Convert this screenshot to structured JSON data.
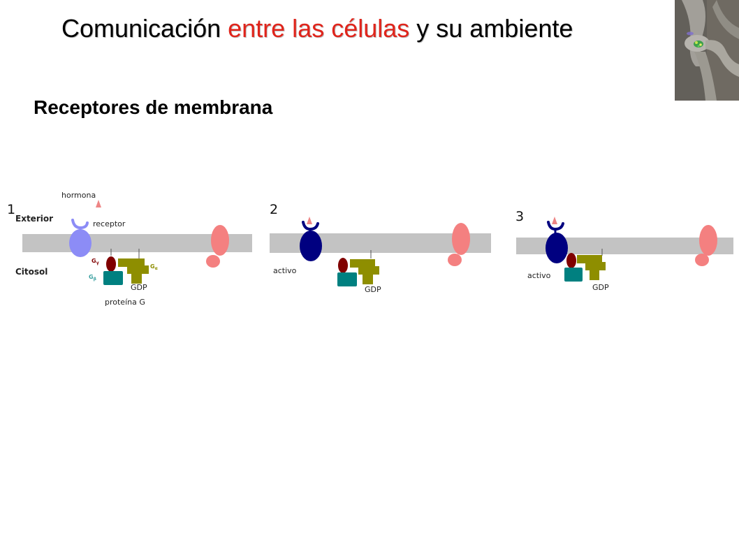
{
  "header": {
    "title_part1": "Comunicación ",
    "title_part2": "entre las células",
    "title_part3": " y su ambiente",
    "subtitle": "Receptores de membrana"
  },
  "colors": {
    "title_highlight": "#e0241b",
    "membrane": "#c3c3c3",
    "receptor_inactive": "#8c8cf6",
    "receptor_active": "#000080",
    "g_alpha": "#8e8e00",
    "g_gamma": "#800000",
    "g_beta": "#008080",
    "channel": "#f48080",
    "hormone": "#ee8585"
  },
  "photo": {
    "icon": "neuron-synapse-image"
  },
  "diagram": {
    "panels": [
      {
        "number": "1",
        "labels": {
          "hormone": "hormona",
          "exterior": "Exterior",
          "receptor": "receptor",
          "cytosol": "Citosol",
          "g_gamma": "G",
          "g_gamma_sub": "γ",
          "g_beta": "G",
          "g_beta_sub": "β",
          "g_alpha": "G",
          "g_alpha_sub": "α",
          "gdp": "GDP",
          "g_protein": "proteína G"
        }
      },
      {
        "number": "2",
        "labels": {
          "active": "activo",
          "gdp": "GDP"
        }
      },
      {
        "number": "3",
        "labels": {
          "active": "activo",
          "gdp": "GDP"
        }
      }
    ]
  }
}
